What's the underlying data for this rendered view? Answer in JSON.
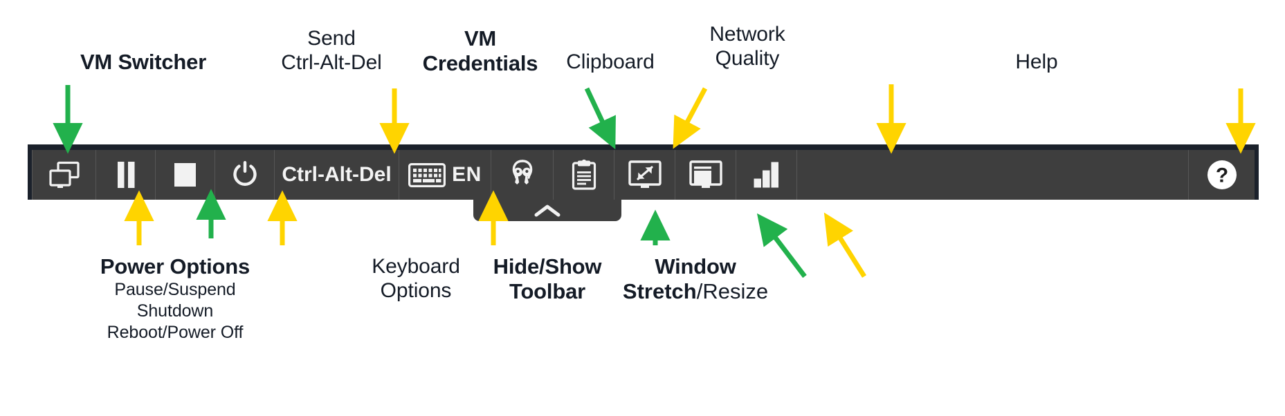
{
  "diagram": {
    "title": "Virtual machine console toolbar annotations",
    "colors": {
      "arrow_green": "#22b14c",
      "arrow_yellow": "#ffd400",
      "toolbar_button_bg": "#3e3e3e",
      "toolbar_frame_bg": "#1b212b",
      "toolbar_divider": "#565656",
      "icon_color": "#f2f2f2",
      "text_color": "#141b26",
      "page_bg": "#ffffff"
    }
  },
  "toolbar": {
    "buttons": [
      {
        "name": "vm-switcher",
        "icon": "two-monitors-icon",
        "label": ""
      },
      {
        "name": "pause-suspend",
        "icon": "pause-icon",
        "label": ""
      },
      {
        "name": "shutdown",
        "icon": "stop-square-icon",
        "label": ""
      },
      {
        "name": "power-off",
        "icon": "power-icon",
        "label": ""
      },
      {
        "name": "send-ctrl-alt-del",
        "icon": "text-label",
        "label": "Ctrl-Alt-Del"
      },
      {
        "name": "keyboard-options",
        "icon": "keyboard-icon",
        "label": "EN"
      },
      {
        "name": "vm-credentials",
        "icon": "keys-icon",
        "label": ""
      },
      {
        "name": "clipboard",
        "icon": "clipboard-icon",
        "label": ""
      },
      {
        "name": "window-stretch",
        "icon": "monitor-expand-icon",
        "label": ""
      },
      {
        "name": "window-resize",
        "icon": "monitor-resize-icon",
        "label": ""
      },
      {
        "name": "network-quality",
        "icon": "signal-bars-icon",
        "label": ""
      },
      {
        "name": "help",
        "icon": "question-circle-icon",
        "label": ""
      }
    ],
    "hide_show_tab": {
      "name": "hide-show-toolbar-tab",
      "icon": "chevron-up-icon"
    }
  },
  "annotations_top": [
    {
      "key": "vm_switcher",
      "line1": "VM Switcher",
      "line2": "",
      "style": "bold",
      "arrow": "green"
    },
    {
      "key": "send_cad",
      "line1": "Send",
      "line2": "Ctrl-Alt-Del",
      "style": "reg",
      "arrow": "yellow"
    },
    {
      "key": "vm_creds",
      "line1": "VM",
      "line2": "Credentials",
      "style": "bold",
      "arrow": "green"
    },
    {
      "key": "clipboard",
      "line1": "Clipboard",
      "line2": "",
      "style": "reg",
      "arrow": "yellow"
    },
    {
      "key": "net_quality",
      "line1": "Network",
      "line2": "Quality",
      "style": "reg",
      "arrow": "yellow"
    },
    {
      "key": "help",
      "line1": "Help",
      "line2": "",
      "style": "reg",
      "arrow": "yellow"
    }
  ],
  "annotations_bottom": [
    {
      "key": "power_options",
      "title": "Power Options",
      "sublines": [
        "Pause/Suspend",
        "Shutdown",
        "Reboot/Power Off"
      ],
      "arrows": [
        "yellow",
        "green",
        "yellow"
      ]
    },
    {
      "key": "keyboard_options",
      "line1": "Keyboard",
      "line2": "Options",
      "style": "reg",
      "arrow": "yellow"
    },
    {
      "key": "hide_show",
      "line1": "Hide/Show",
      "line2": "Toolbar",
      "style": "bold",
      "arrow": "green"
    },
    {
      "key": "window_stretch",
      "line1": "Window",
      "line2_bold": "Stretch",
      "line2_reg": "/Resize",
      "style": "mixed",
      "arrows": [
        "green",
        "yellow"
      ]
    }
  ],
  "labels": {
    "vm_switcher": "VM Switcher",
    "send": "Send",
    "ctrl_alt_del": "Ctrl-Alt-Del",
    "vm": "VM",
    "credentials": "Credentials",
    "clipboard": "Clipboard",
    "network": "Network",
    "quality": "Quality",
    "help": "Help",
    "power_options": "Power Options",
    "pause_suspend": "Pause/Suspend",
    "shutdown": "Shutdown",
    "reboot_power_off": "Reboot/Power Off",
    "keyboard": "Keyboard",
    "options": "Options",
    "hide_show": "Hide/Show",
    "toolbar": "Toolbar",
    "window": "Window",
    "stretch": "Stretch",
    "resize": "/Resize",
    "ctrl_alt_del_button": "Ctrl-Alt-Del",
    "keyboard_lang": "EN"
  }
}
